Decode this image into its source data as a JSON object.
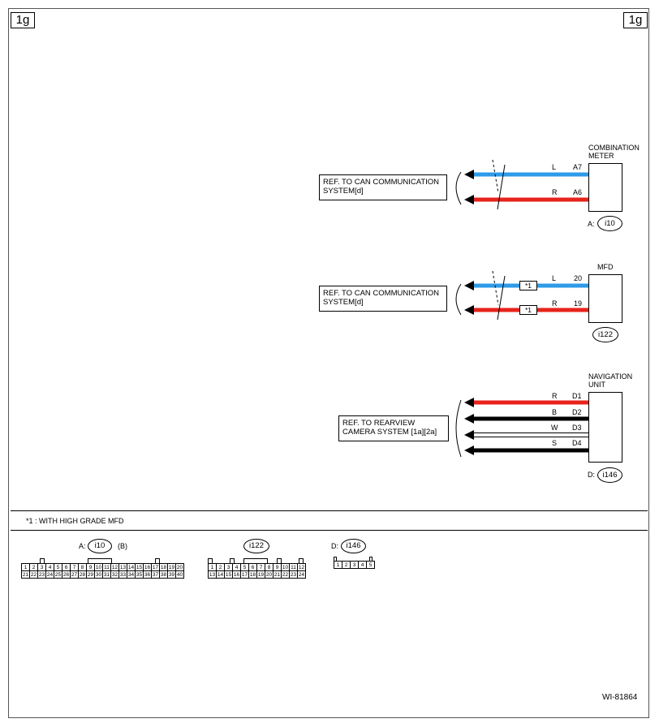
{
  "page_tag": "1g",
  "colors": {
    "blue": "#2e9be8",
    "red": "#e8231c",
    "black": "#000000",
    "white": "#ffffff"
  },
  "groups": [
    {
      "component": "COMBINATION METER",
      "connector_prefix": "A:",
      "connector": "i10",
      "reference": "REF. TO CAN COMMUNICATION SYSTEM[d]",
      "wires": [
        {
          "color_code": "L",
          "pin": "A7",
          "color": "blue",
          "star": ""
        },
        {
          "color_code": "R",
          "pin": "A6",
          "color": "red",
          "star": ""
        }
      ]
    },
    {
      "component": "MFD",
      "connector_prefix": "",
      "connector": "i122",
      "reference": "REF. TO CAN COMMUNICATION SYSTEM[d]",
      "wires": [
        {
          "color_code": "L",
          "pin": "20",
          "color": "blue",
          "star": "*1"
        },
        {
          "color_code": "R",
          "pin": "19",
          "color": "red",
          "star": "*1"
        }
      ]
    },
    {
      "component": "NAVIGATION UNIT",
      "connector_prefix": "D:",
      "connector": "i146",
      "reference": "REF. TO REARVIEW CAMERA SYSTEM [1a][2a]",
      "wires": [
        {
          "color_code": "R",
          "pin": "D1",
          "color": "red",
          "star": ""
        },
        {
          "color_code": "B",
          "pin": "D2",
          "color": "black",
          "star": ""
        },
        {
          "color_code": "W",
          "pin": "D3",
          "color": "white",
          "star": ""
        },
        {
          "color_code": "S",
          "pin": "D4",
          "color": "black",
          "star": ""
        }
      ]
    }
  ],
  "footnote": "*1 : WITH HIGH GRADE MFD",
  "connector_views": [
    {
      "prefix": "A:",
      "name": "i10",
      "suffix": "(B)",
      "rows": [
        [
          "1",
          "2",
          "3",
          "4",
          "5",
          "6",
          "7",
          "8",
          "9",
          "10",
          "11",
          "12",
          "13",
          "14",
          "15",
          "16",
          "17",
          "18",
          "19",
          "20"
        ],
        [
          "21",
          "22",
          "23",
          "24",
          "25",
          "26",
          "27",
          "28",
          "29",
          "30",
          "31",
          "32",
          "33",
          "34",
          "35",
          "36",
          "37",
          "38",
          "39",
          "40"
        ]
      ]
    },
    {
      "prefix": "",
      "name": "i122",
      "suffix": "",
      "rows": [
        [
          "1",
          "2",
          "3",
          "4",
          "5",
          "6",
          "7",
          "8",
          "9",
          "10",
          "11",
          "12"
        ],
        [
          "13",
          "14",
          "15",
          "16",
          "17",
          "18",
          "19",
          "20",
          "21",
          "22",
          "23",
          "24"
        ]
      ]
    },
    {
      "prefix": "D:",
      "name": "i146",
      "suffix": "",
      "rows": [
        [
          "1",
          "2",
          "3",
          "4",
          "5"
        ]
      ]
    }
  ],
  "figure_id": "WI-81864"
}
